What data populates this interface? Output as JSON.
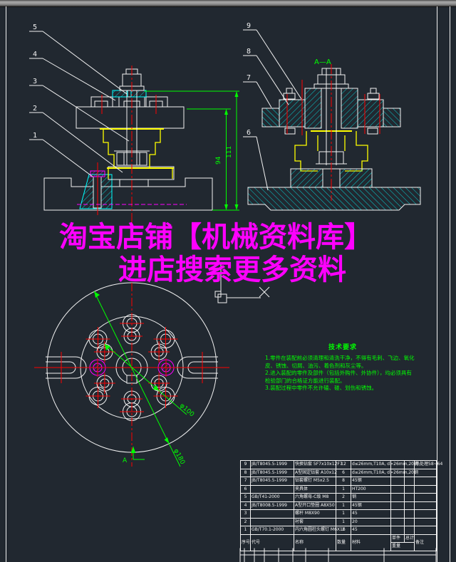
{
  "colors": {
    "bg": "#212830",
    "white": "#f2f2f2",
    "red": "#ff0000",
    "green": "#00ff00",
    "yellow": "#ffff00",
    "cyan": "#00ffff",
    "magenta": "#ff00ff",
    "bar": "#8c8c8c"
  },
  "watermark": {
    "line1": "淘宝店铺【机械资料库】",
    "line2": "进店搜索更多资料",
    "color": "#ff00ff"
  },
  "front_view": {
    "callouts": [
      "5",
      "4",
      "3",
      "2",
      "1"
    ],
    "dim_94": "94",
    "dim_111": "111"
  },
  "section_view": {
    "label": "A—A",
    "callouts": [
      "9",
      "8",
      "7",
      "6"
    ]
  },
  "plan_view": {
    "dim_d100": "φ100",
    "dim_d180": "φ180",
    "section_arrow_label": "A"
  },
  "tech_requirements": {
    "title": "技术要求",
    "lines": [
      "1.零件在装配前必须清理和清洗干净，不得有毛刺、飞边、氧化",
      "皮、锈蚀、切屑、油污、着色剂和灰尘等。",
      "2.进入装配的零件及部件（包括外购件、外协件），均必须具有",
      "检验部门的合格证方能进行装配。",
      "3.装配过程中零件不允许磕、碰、划伤和锈蚀。"
    ]
  },
  "bom": {
    "headers": {
      "no": "序号",
      "code": "代号",
      "name": "名称",
      "qty": "数量",
      "material": "材料",
      "unit": "单件",
      "total": "总计",
      "weight": "重量",
      "remark": "备注"
    },
    "rows": [
      {
        "no": "9",
        "code": "JB/T8045.5-1999",
        "name": "快换钻套 5F7x10x12F7",
        "qty": "12",
        "material": "d≤26mm,T10A, d>26mm,20钢",
        "remark": "热处理58~64"
      },
      {
        "no": "8",
        "code": "JB/T8045.5-1999",
        "name": "A型固定钻套 A10x12",
        "qty": "6",
        "material": "d≤26mm,T10A, d>26mm,20钢",
        "remark": ""
      },
      {
        "no": "7",
        "code": "JB/T8045.5-1999",
        "name": "钻套螺钉 M5x2.5",
        "qty": "8",
        "material": "45钢",
        "remark": ""
      },
      {
        "no": "6",
        "code": "",
        "name": "夹具体",
        "qty": "1",
        "material": "HT200",
        "remark": ""
      },
      {
        "no": "5",
        "code": "GB/T41-2000",
        "name": "六角螺母-C级 M8",
        "qty": "2",
        "material": "钢",
        "remark": ""
      },
      {
        "no": "4",
        "code": "JB/T8008.5-1999",
        "name": "A型开口垫圈 A8X50",
        "qty": "1",
        "material": "45钢",
        "remark": ""
      },
      {
        "no": "3",
        "code": "",
        "name": "螺杆 M8X90",
        "qty": "1",
        "material": "45",
        "remark": ""
      },
      {
        "no": "2",
        "code": "",
        "name": "衬套",
        "qty": "1",
        "material": "20",
        "remark": ""
      },
      {
        "no": "1",
        "code": "GB/T70.1-2000",
        "name": "内六角圆柱头螺钉 M6X16",
        "qty": "2",
        "material": "45",
        "remark": ""
      }
    ]
  }
}
